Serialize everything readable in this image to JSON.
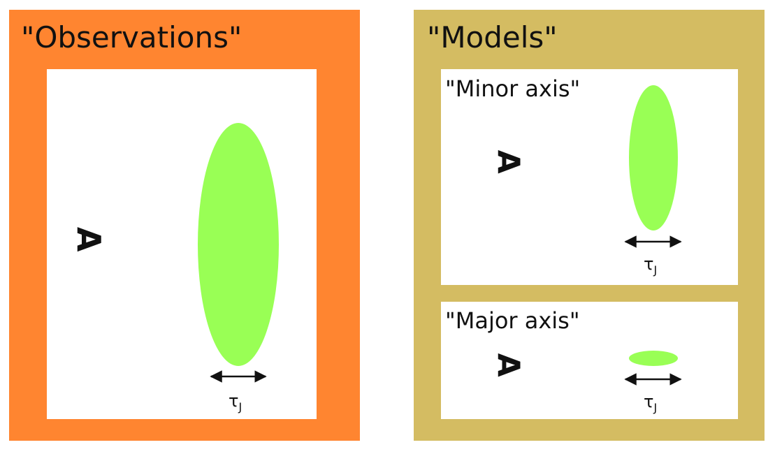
{
  "colors": {
    "observations_frame": "#FF8530",
    "models_frame": "#D4BC62",
    "panel": "#FFFFFF",
    "ellipse": "#99FF55",
    "ink": "#111111"
  },
  "observations": {
    "title": "\"Observations\""
  },
  "models": {
    "title": "\"Models\"",
    "minor": {
      "title": "\"Minor axis\""
    },
    "major": {
      "title": "\"Major axis\""
    }
  },
  "symbols": {
    "tau": "τ",
    "tau_sub": "J",
    "eye_icon": "eye-observer-icon",
    "arrow_icon": "double-headed-arrow-icon"
  }
}
